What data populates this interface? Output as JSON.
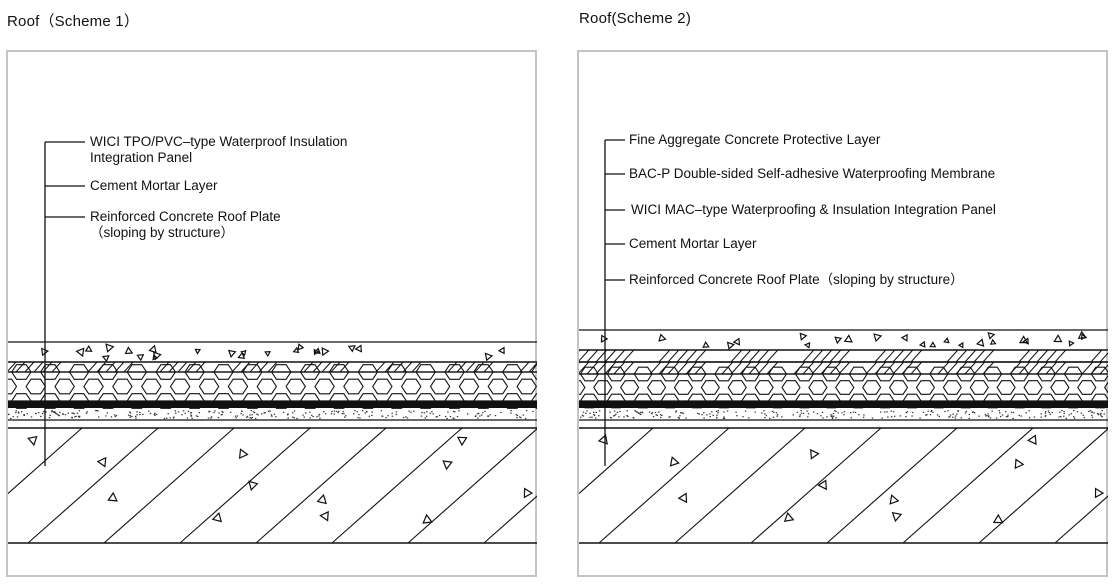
{
  "schemes": [
    {
      "title": "Roof（Scheme  1）",
      "layers": [
        {
          "label": "WICI TPO/PVC–type Waterproof Insulation",
          "label2": "Integration Panel"
        },
        {
          "label": "Cement Mortar  Layer"
        },
        {
          "label": "Reinforced Concrete Roof  Plate",
          "label2": "（sloping  by  structure）"
        }
      ]
    },
    {
      "title": "Roof(Scheme 2)",
      "layers": [
        {
          "label": "Fine Aggregate Concrete  Protective  Layer"
        },
        {
          "label": "BAC-P Double-sided Self-adhesive Waterproofing Membrane"
        },
        {
          "label": "WICI MAC–type Waterproofing & Insulation Integration  Panel"
        },
        {
          "label": "Cement Mortar  Layer"
        },
        {
          "label": "Reinforced Concrete Roof  Plate（sloping  by  structure）"
        }
      ]
    }
  ],
  "colors": {
    "line": "#111111",
    "frame": "#c4c4c4",
    "background": "#ffffff"
  }
}
